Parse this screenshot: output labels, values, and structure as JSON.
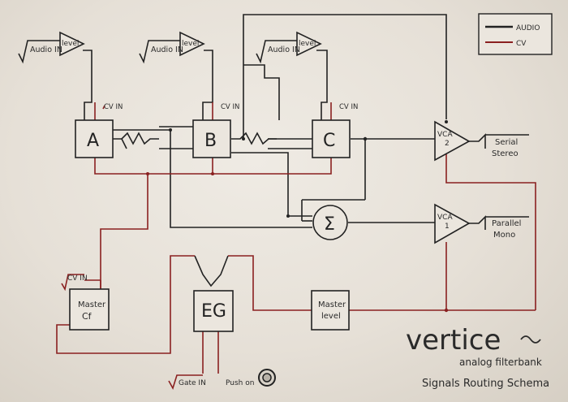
{
  "inputs": [
    {
      "label": "Audio IN",
      "level": "level"
    },
    {
      "label": "Audio IN",
      "level": "level"
    },
    {
      "label": "Audio IN",
      "level": "level"
    }
  ],
  "blocks": [
    {
      "name": "A",
      "cv": "CV IN"
    },
    {
      "name": "B",
      "cv": "CV IN"
    },
    {
      "name": "C",
      "cv": "CV IN"
    }
  ],
  "mixer": {
    "symbol": "Σ"
  },
  "vcas": [
    {
      "name": "VCA",
      "number": "2"
    },
    {
      "name": "VCA",
      "number": "1"
    }
  ],
  "outputs": [
    {
      "line1": "Serial",
      "line2": "Stereo"
    },
    {
      "line1": "Parallel",
      "line2": "Mono"
    }
  ],
  "master_cf": {
    "cv": "CV IN",
    "line1": "Master",
    "line2": "Cf"
  },
  "eg": {
    "name": "EG",
    "gate_in": "Gate IN",
    "push_on": "Push on"
  },
  "master_level": {
    "line1": "Master",
    "line2": "level"
  },
  "legend": {
    "audio": "AUDIO",
    "cv": "CV"
  },
  "brand": {
    "logo": "vertice",
    "subtitle": "analog filterbank",
    "title": "Signals Routing Schema"
  },
  "colors": {
    "audio": "#222222",
    "cv": "#8a2020",
    "paper": "#e9e4dc"
  }
}
